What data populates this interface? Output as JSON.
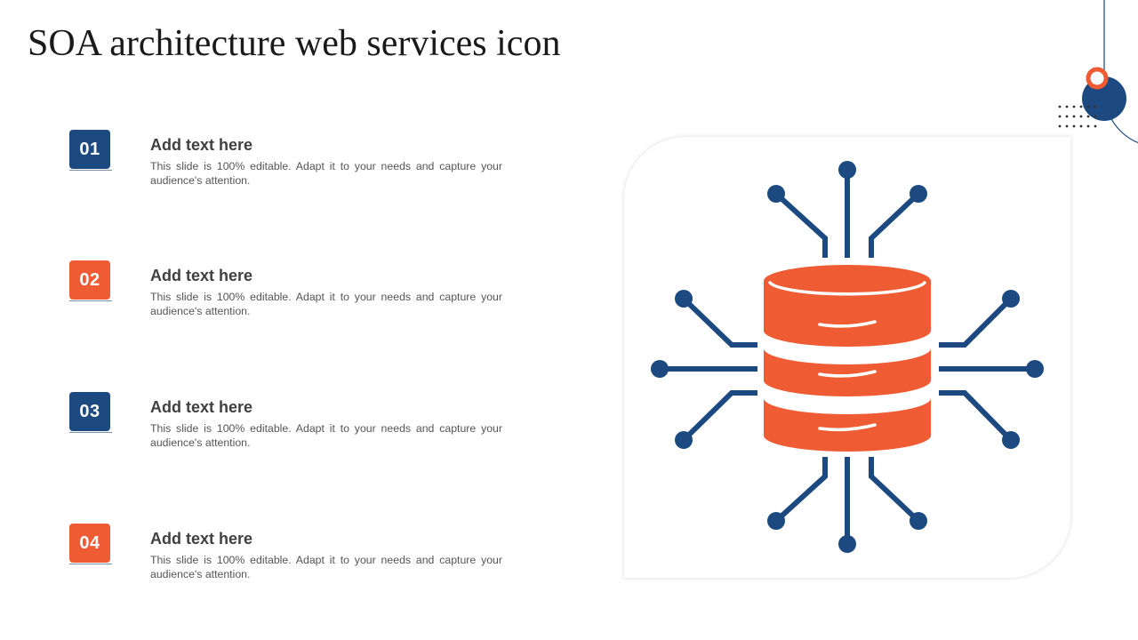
{
  "title": "SOA architecture web services icon",
  "items": [
    {
      "number": "01",
      "heading": "Add text here",
      "description": "This slide is 100% editable. Adapt it to your needs and capture your audience's attention.",
      "color": "#1c4a80"
    },
    {
      "number": "02",
      "heading": "Add text here",
      "description": "This slide is 100% editable. Adapt it to your needs and capture your audience's attention.",
      "color": "#ef5b32"
    },
    {
      "number": "03",
      "heading": "Add text here",
      "description": "This slide is 100% editable. Adapt it to your needs and capture your audience's attention.",
      "color": "#1c4a80"
    },
    {
      "number": "04",
      "heading": "Add text here",
      "description": "This slide is 100% editable. Adapt it to your needs and capture your audience's attention.",
      "color": "#ef5b32"
    }
  ],
  "colors": {
    "blue": "#1c4a80",
    "orange": "#ef5b32"
  },
  "icons": {
    "main": "database-network-icon",
    "decoration": "circle-dots-decoration"
  }
}
